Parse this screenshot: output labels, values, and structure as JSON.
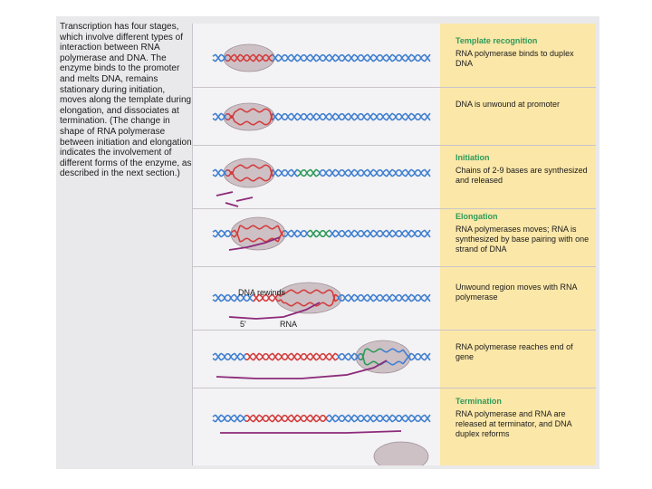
{
  "caption": "Transcription has four stages, which involve different types of interaction between RNA polymerase and DNA. The enzyme binds to the promoter and melts DNA, remains stationary during initiation, moves along the template during elongation, and dissociates at termination. (The change in shape of RNA polymerase between initiation and elongation indicates the involvement of different forms of the enzyme, as described in the next section.)",
  "stages": [
    {
      "heading": "Template recognition",
      "text": "RNA polymerase binds to duplex DNA"
    },
    {
      "heading": "",
      "text": "DNA is unwound at promoter"
    },
    {
      "heading": "Initiation",
      "text": "Chains of 2-9 bases are synthesized and released"
    },
    {
      "heading": "Elongation",
      "text": "RNA polymerases moves; RNA is synthesized by base pairing with one strand of DNA"
    },
    {
      "heading": "",
      "text": "Unwound region moves with RNA polymerase"
    },
    {
      "heading": "",
      "text": "RNA polymerase reaches end of gene"
    },
    {
      "heading": "Termination",
      "text": "RNA polymerase and RNA are released at terminator, and DNA duplex reforms"
    }
  ],
  "labels": {
    "dna_rewinds": "DNA rewinds",
    "five_prime": "5'",
    "rna": "RNA"
  },
  "colors": {
    "dna_blue": "#3f7fd0",
    "dna_green": "#2e9a5a",
    "dna_red": "#d33c3c",
    "rna": "#8c2a7a",
    "polymerase": "#c8b9bf",
    "heading": "#2e9a5a",
    "text_bg": "#fbe7a8"
  }
}
